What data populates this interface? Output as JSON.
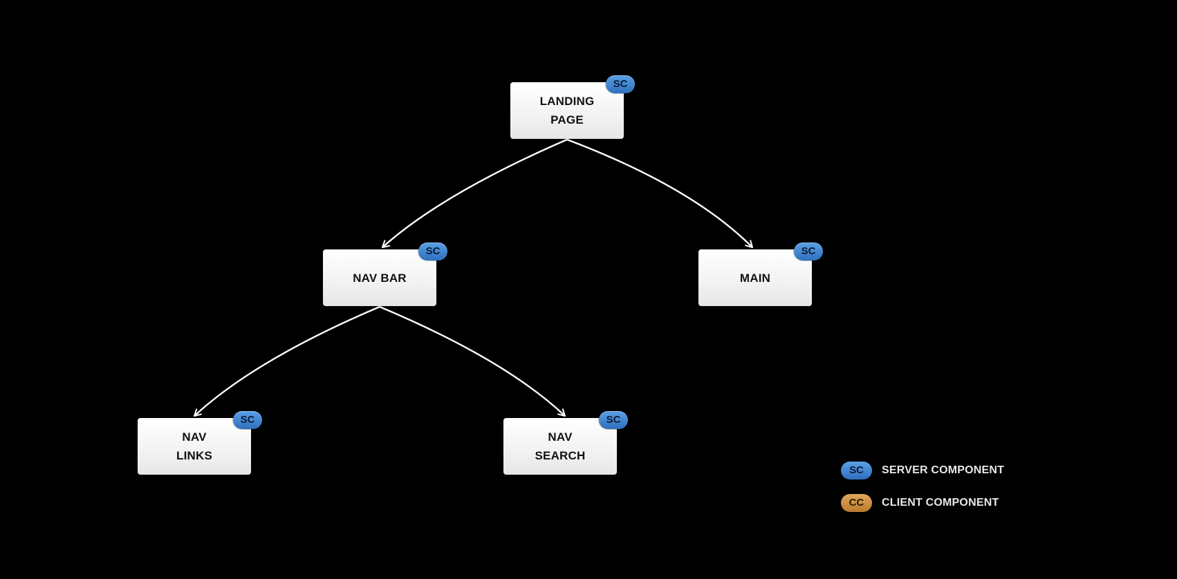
{
  "diagram": {
    "nodes": [
      {
        "id": "landing",
        "label": "LANDING\nPAGE",
        "badge": "SC"
      },
      {
        "id": "navbar",
        "label": "NAV BAR",
        "badge": "SC"
      },
      {
        "id": "main",
        "label": "MAIN",
        "badge": "SC"
      },
      {
        "id": "links",
        "label": "NAV\nLINKS",
        "badge": "SC"
      },
      {
        "id": "search",
        "label": "NAV\nSEARCH",
        "badge": "SC"
      }
    ],
    "edges": [
      {
        "from": "landing",
        "to": "navbar"
      },
      {
        "from": "landing",
        "to": "main"
      },
      {
        "from": "navbar",
        "to": "links"
      },
      {
        "from": "navbar",
        "to": "search"
      }
    ]
  },
  "legend": {
    "server": {
      "badge": "SC",
      "label": "SERVER COMPONENT",
      "color": "#3f86d6"
    },
    "client": {
      "badge": "CC",
      "label": "CLIENT COMPONENT",
      "color": "#d08f3f"
    }
  },
  "colors": {
    "background": "#000000",
    "node": "#ffffff",
    "edge": "#ffffff"
  }
}
